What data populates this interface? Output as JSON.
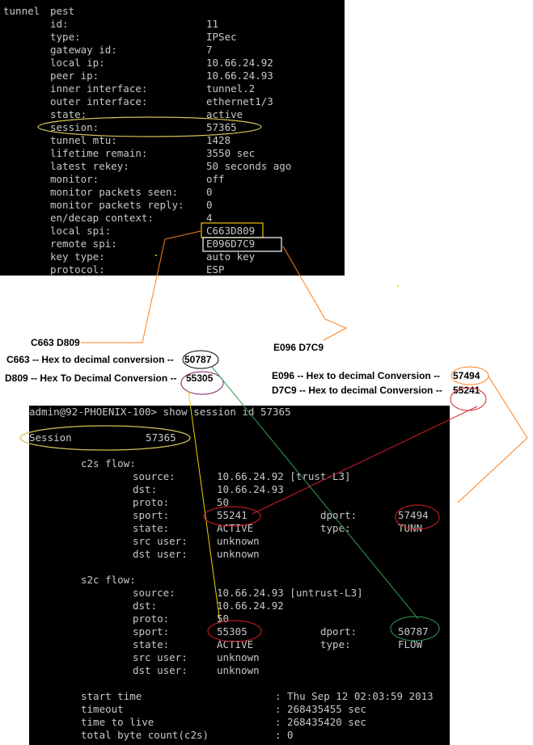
{
  "tunnel": {
    "header_label": "tunnel",
    "header_name": "pest",
    "rows": [
      {
        "key": "id:",
        "value": "11"
      },
      {
        "key": "type:",
        "value": "IPSec"
      },
      {
        "key": "gateway id:",
        "value": "7"
      },
      {
        "key": "local ip:",
        "value": "10.66.24.92"
      },
      {
        "key": "peer ip:",
        "value": "10.66.24.93"
      },
      {
        "key": "inner interface:",
        "value": "tunnel.2"
      },
      {
        "key": "outer interface:",
        "value": "ethernet1/3"
      },
      {
        "key": "state:",
        "value": "active"
      },
      {
        "key": "session:",
        "value": "57365"
      },
      {
        "key": "tunnel mtu:",
        "value": "1428"
      },
      {
        "key": "lifetime remain:",
        "value": "3550 sec"
      },
      {
        "key": "latest rekey:",
        "value": "50 seconds ago"
      },
      {
        "key": "monitor:",
        "value": "off"
      },
      {
        "key": "monitor packets seen:",
        "value": "0"
      },
      {
        "key": "monitor packets reply:",
        "value": "0"
      },
      {
        "key": "en/decap context:",
        "value": "4"
      },
      {
        "key": "local spi:",
        "value": "C663D809"
      },
      {
        "key": "remote spi:",
        "value": "E096D7C9"
      },
      {
        "key": "key type:",
        "value": "auto key"
      },
      {
        "key": "protocol:",
        "value": "ESP"
      }
    ]
  },
  "annotations": {
    "local_spi_split": "C663 D809",
    "remote_spi_split": "E096 D7C9",
    "c663_prefix": "C663 -- Hex to decimal conversion --",
    "c663_value": "50787",
    "d809_prefix": "D809 -- Hex To Decimal Conversion --",
    "d809_value": "55305",
    "e096_prefix": "E096 -- Hex to decimal Conversion --",
    "e096_value": "57494",
    "d7c9_prefix": "D7C9 -- Hex to decimal Conversion --",
    "d7c9_value": "55241"
  },
  "session": {
    "prompt": "admin@92-PHOENIX-100> show session id 57365",
    "session_label": "Session",
    "session_id": "57365",
    "c2s": {
      "title": "c2s flow:",
      "source_key": "source:",
      "source": "10.66.24.92 [trust-L3]",
      "dst_key": "dst:",
      "dst": "10.66.24.93",
      "proto_key": "proto:",
      "proto": "50",
      "sport_key": "sport:",
      "sport": "55241",
      "dport_key": "dport:",
      "dport": "57494",
      "state_key": "state:",
      "state": "ACTIVE",
      "type_key": "type:",
      "type": "TUNN",
      "src_user_key": "src user:",
      "src_user": "unknown",
      "dst_user_key": "dst user:",
      "dst_user": "unknown"
    },
    "s2c": {
      "title": "s2c flow:",
      "source_key": "source:",
      "source": "10.66.24.93 [untrust-L3]",
      "dst_key": "dst:",
      "dst": "10.66.24.92",
      "proto_key": "proto:",
      "proto": "50",
      "sport_key": "sport:",
      "sport": "55305",
      "dport_key": "dport:",
      "dport": "50787",
      "state_key": "state:",
      "state": "ACTIVE",
      "type_key": "type:",
      "type": "FLOW",
      "src_user_key": "src user:",
      "src_user": "unknown",
      "dst_user_key": "dst user:",
      "dst_user": "unknown"
    },
    "summary": [
      {
        "key": "start time",
        "value": ": Thu Sep 12 02:03:59 2013"
      },
      {
        "key": "timeout",
        "value": ": 268435455 sec"
      },
      {
        "key": "time to live",
        "value": ": 268435420 sec"
      },
      {
        "key": "total byte count(c2s)",
        "value": ": 0"
      }
    ]
  },
  "colors": {
    "terminal_bg": "#000000",
    "terminal_text": "#c8c8c8",
    "ellipse_session": "#d4c25a",
    "box_local_spi": "#f2c200",
    "box_remote_spi": "#ffffff",
    "line_orange": "#ff7f1a",
    "circle_red": "#d9202a",
    "line_green": "#2e9e52",
    "line_yellow": "#f2d000"
  }
}
